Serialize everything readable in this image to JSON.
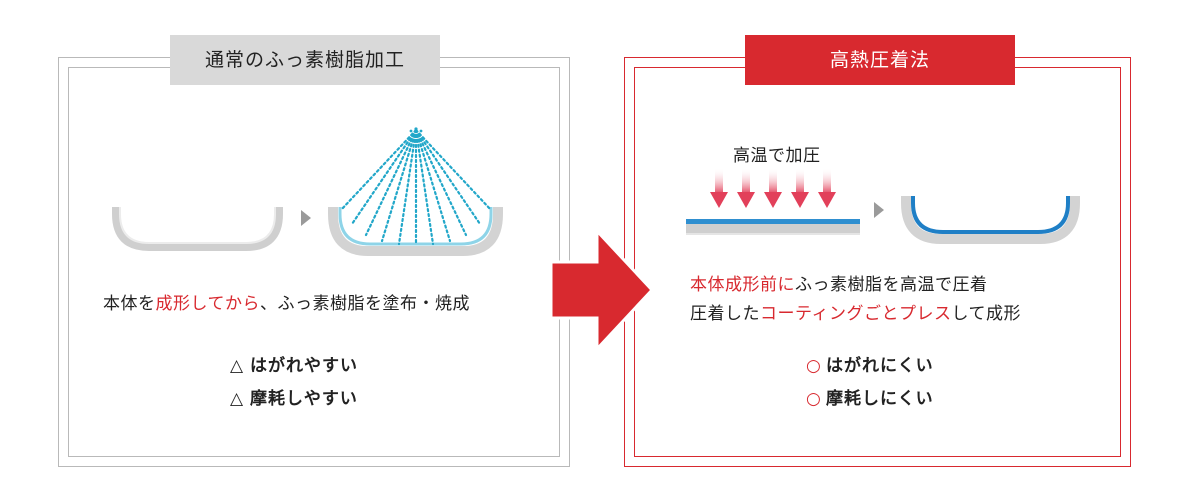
{
  "left_panel": {
    "title": "通常のふっ素樹脂加工",
    "description_parts": [
      "本体を",
      "成形してから",
      "、ふっ素樹脂を塗布・焼成"
    ],
    "results": [
      {
        "mark": "△",
        "text": "はがれやすい"
      },
      {
        "mark": "△",
        "text": "摩耗しやすい"
      }
    ]
  },
  "right_panel": {
    "title": "高熱圧着法",
    "heat_label": "高温で加圧",
    "description_line1_parts": [
      "本体成形前に",
      "ふっ素樹脂を高温で圧着"
    ],
    "description_line2_parts": [
      "圧着した",
      "コーティングごとプレス",
      "して成形"
    ],
    "results": [
      {
        "mark": "○",
        "text": "はがれにくい"
      },
      {
        "mark": "○",
        "text": "摩耗しにくい"
      }
    ]
  },
  "colors": {
    "accent_red": "#d8292f",
    "coating_blue": "#2f8fd0",
    "spray_blue": "#22a7c9",
    "gray_title": "#d9d9d9"
  }
}
